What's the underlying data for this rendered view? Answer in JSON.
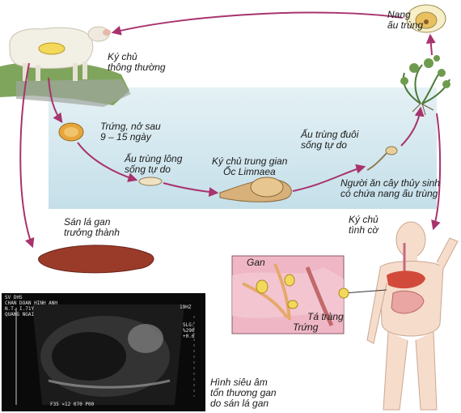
{
  "labels": {
    "nang_au_trung": [
      "Nang",
      "ấu trùng"
    ],
    "ky_chu_thong_thuong": [
      "Ký chủ",
      "thông thường"
    ],
    "trung": [
      "Trứng, nở sau",
      "9  – 15 ngày"
    ],
    "au_trung_long": [
      "Ấu trùng lông",
      "sống tự do"
    ],
    "ky_chu_trung_gian": [
      "Ký chủ trung gian",
      "Ốc Limnaea"
    ],
    "au_trung_duoi": [
      "Ấu trùng đuôi",
      "sống tự do"
    ],
    "nguoi_an": [
      "Người ăn cây thủy sinh",
      "có chứa nang ấu trùng"
    ],
    "ky_chu_tinh_co": [
      "Ký chủ",
      "tình cờ"
    ],
    "san_la_gan": [
      "Sán lá gan",
      "trưởng thành"
    ],
    "gan": "Gan",
    "ta_trang": "Tá tràng",
    "trung_inset": "Trứng",
    "sieu_am": [
      "Hình siêu âm",
      "tổn thương gan",
      "do sán lá gan"
    ]
  },
  "ultrasound_overlay": {
    "top_left": [
      "SV DHS",
      "CHAN DOAN HINH ANH",
      "N.T. I.71Y",
      "QUANG NGAI"
    ],
    "right": [
      "SLG:",
      "%290",
      "+0.6"
    ],
    "top_right": "19HZ",
    "bottom": "F35 ×12 070 P00"
  },
  "colors": {
    "water": "#cfe6ee",
    "arrow": "#a8336d",
    "fluke": "#9a3b2a",
    "skin": "#f6dccb",
    "liver": "#d24a3a"
  }
}
